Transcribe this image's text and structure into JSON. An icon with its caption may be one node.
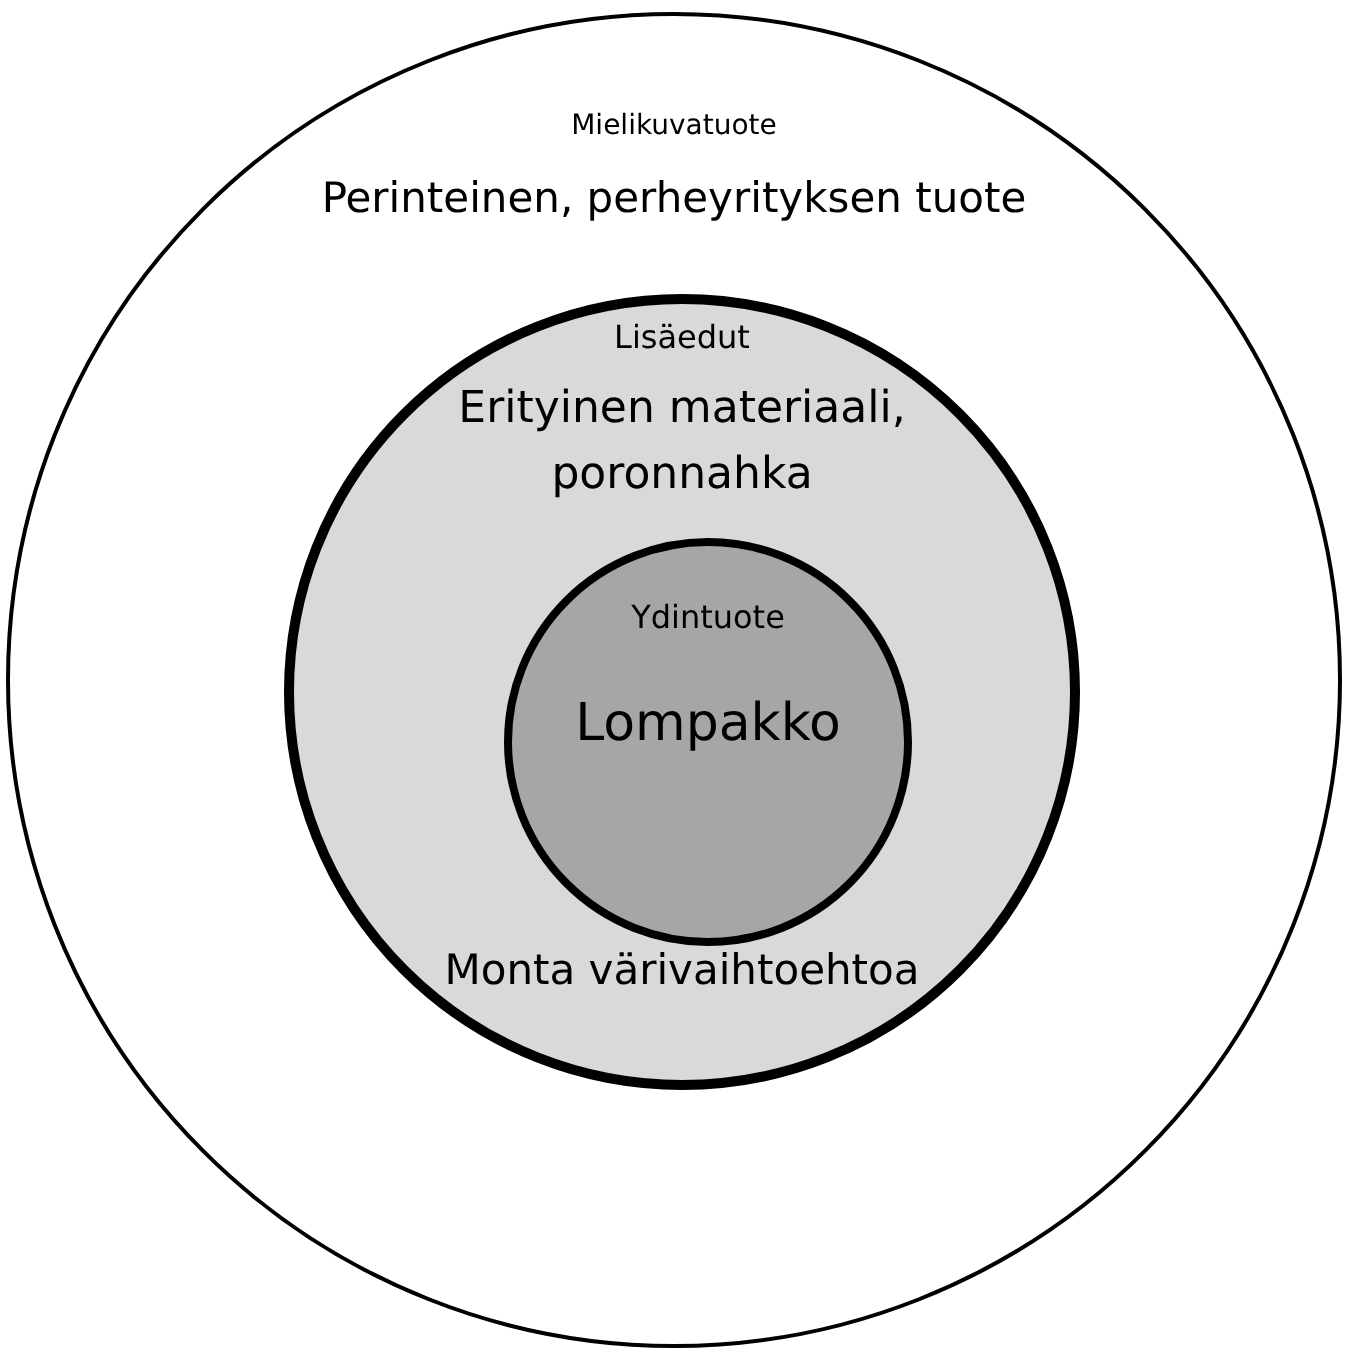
{
  "diagram": {
    "nodes": [
      {
        "text": [
          "Mielikuvatuote",
          "Perinteinen, perheyrityksen tuote"
        ]
      },
      {
        "text": [
          "Lisäedut",
          "Erityinen materiaali, poronnahka",
          "Monta värivaihtoehtoa"
        ],
        "in": 0
      },
      {
        "text": [
          "Ydintuote",
          "Lompakko"
        ],
        "in": 1
      }
    ]
  }
}
